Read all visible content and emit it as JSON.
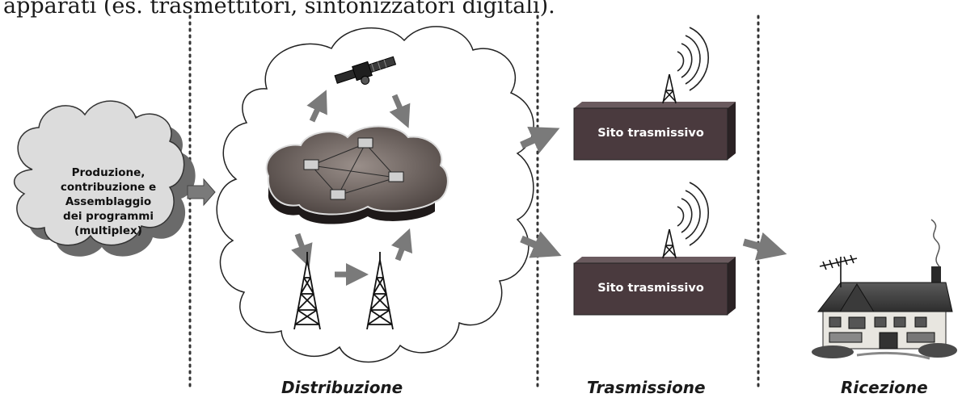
{
  "intro_text": "apparati (es. trasmettitori, sintonizzatori digitali).",
  "production": {
    "label": "Produzione,\ncontribuzione e\nAssemblaggio\ndei programmi\n(multiplex)"
  },
  "sites": [
    {
      "label": "Sito trasmissivo"
    },
    {
      "label": "Sito trasmissivo"
    }
  ],
  "sections": {
    "distribution": "Distribuzione",
    "transmission": "Trasmissione",
    "reception": "Ricezione"
  },
  "icons": [
    "satellite-icon",
    "network-cloud-icon",
    "antenna-tower-icon",
    "radio-waves-icon",
    "house-icon",
    "tv-aerial-icon"
  ],
  "colors": {
    "site_box": "#4a3a3e",
    "arrow": "#7a7a7a",
    "prod_cloud": "#dcdcdc",
    "prod_cloud_shadow": "#6a6a6a"
  }
}
